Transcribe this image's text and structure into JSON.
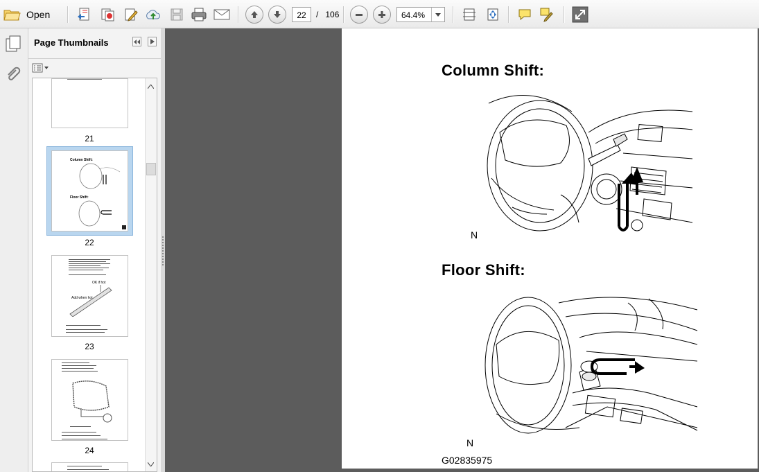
{
  "toolbar": {
    "open_label": "Open",
    "current_page": "22",
    "page_separator": "/",
    "total_pages": "106",
    "zoom": "64.4%"
  },
  "panel": {
    "title": "Page Thumbnails",
    "thumbnails": [
      {
        "number": "21",
        "selected": false
      },
      {
        "number": "22",
        "selected": true
      },
      {
        "number": "23",
        "selected": false
      },
      {
        "number": "24",
        "selected": false
      }
    ],
    "thumb22": {
      "heading1": "Column Shift:",
      "heading2": "Floor Shift:"
    },
    "thumb23": {
      "label1": "OK if hot",
      "label2": "Add when hot"
    }
  },
  "document": {
    "heading_column": "Column Shift:",
    "label_n1": "N",
    "heading_floor": "Floor Shift:",
    "label_n2": "N",
    "figure_id": "G02835975"
  }
}
